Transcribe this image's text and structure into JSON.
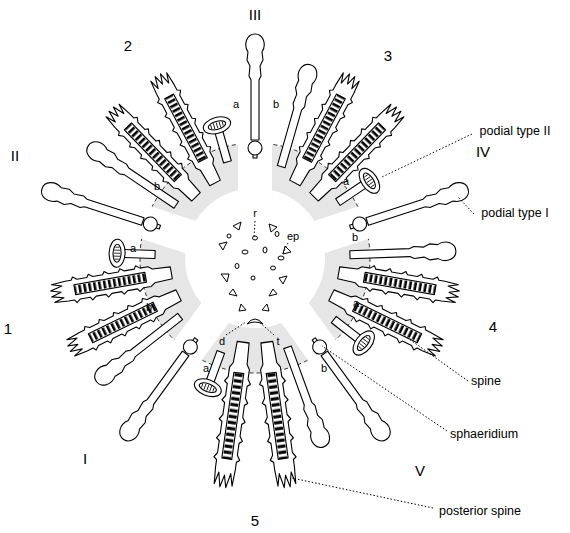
{
  "diagram": {
    "labels": [
      "III",
      "2",
      "3",
      "a",
      "b",
      "podial type II",
      "II",
      "IV",
      "b",
      "a",
      "podial type I",
      "r",
      "ep",
      "b",
      "a",
      "a",
      "b",
      "1",
      "4",
      "d",
      "t",
      "a",
      "b",
      "spine",
      "sphaeridium",
      "I",
      "V",
      "5",
      "posterior spine"
    ]
  }
}
